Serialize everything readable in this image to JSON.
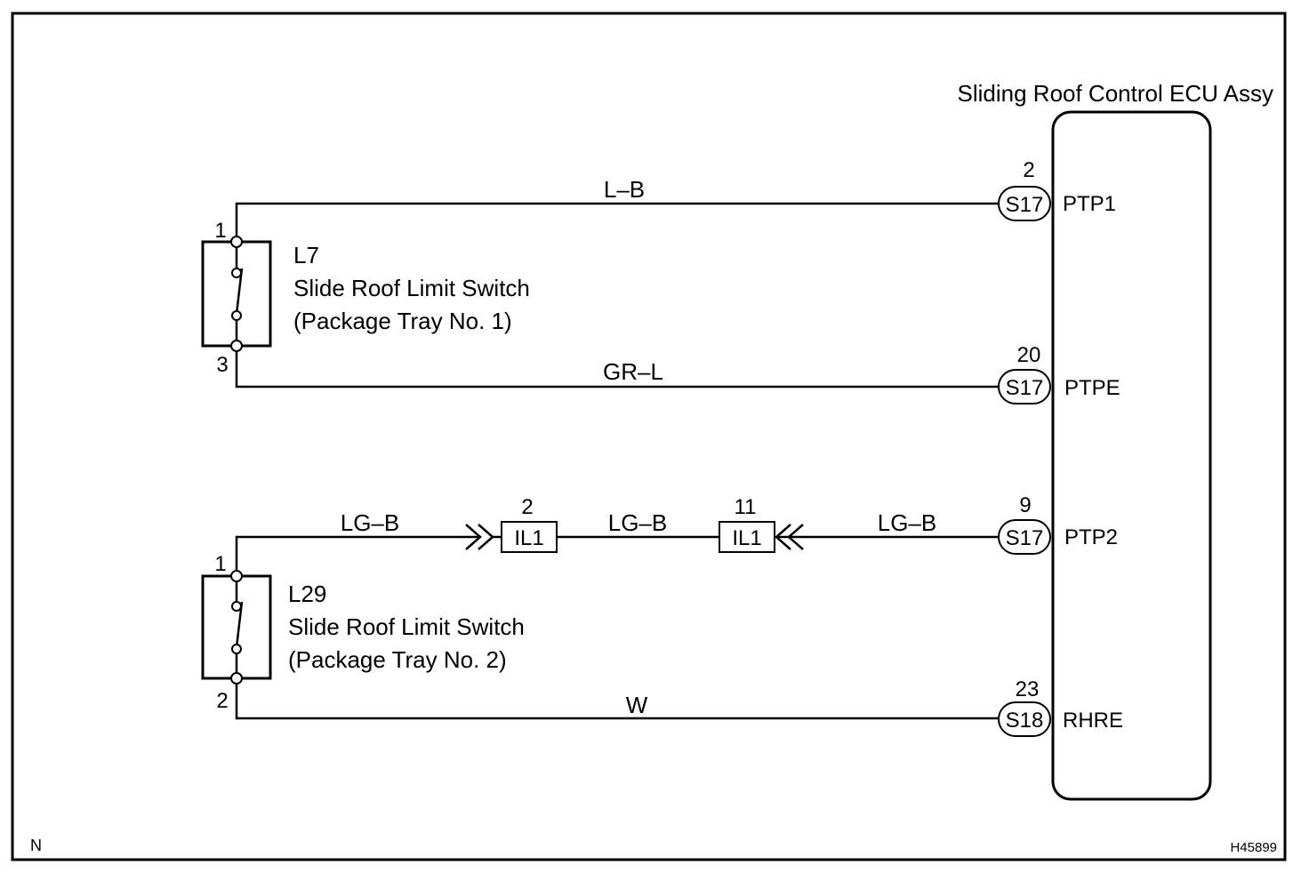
{
  "ecu": {
    "name": "Sliding Roof Control ECU Assy"
  },
  "switches": [
    {
      "code": "L7",
      "name": "Slide Roof Limit Switch",
      "location": "(Package Tray No. 1)",
      "pin_top": "1",
      "pin_bottom": "3"
    },
    {
      "code": "L29",
      "name": "Slide Roof Limit Switch",
      "location": "(Package Tray No. 2)",
      "pin_top": "1",
      "pin_bottom": "2"
    }
  ],
  "wires": [
    {
      "color": "L–B",
      "pin": "2",
      "connector": "S17",
      "terminal": "PTP1"
    },
    {
      "color": "GR–L",
      "pin": "20",
      "connector": "S17",
      "terminal": "PTPE"
    },
    {
      "color": "LG–B",
      "pin": "9",
      "connector": "S17",
      "terminal": "PTP2"
    },
    {
      "color": "W",
      "pin": "23",
      "connector": "S18",
      "terminal": "RHRE"
    }
  ],
  "junctions": [
    {
      "connector": "IL1",
      "pin": "2"
    },
    {
      "connector": "IL1",
      "pin": "11"
    }
  ],
  "segment_colors": [
    "LG–B",
    "LG–B"
  ],
  "footer": {
    "left": "N",
    "right": "H45899"
  }
}
